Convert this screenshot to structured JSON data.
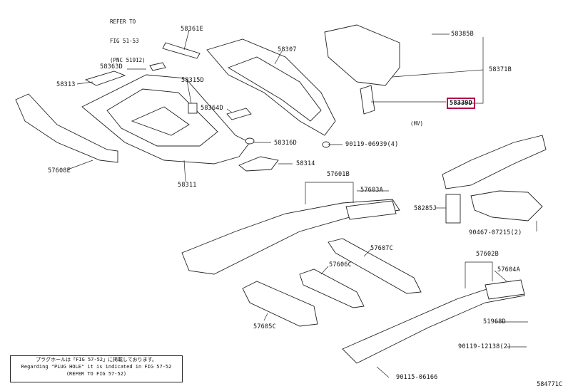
{
  "references": {
    "top": [
      "REFER TO",
      "FIG 51-53",
      "(PNC 51912)"
    ],
    "hybrid_box": "(HV)"
  },
  "labels": {
    "p58361E": "58361E",
    "p58307": "58307",
    "p58385B": "58385B",
    "p58371B": "58371B",
    "p58363D": "58363D",
    "p58315D": "58315D",
    "p58313": "58313",
    "p58339D": "58339D",
    "p58364D": "58364D",
    "p58316D": "58316D",
    "p90119_06939": "90119-06939(4)",
    "p57608E": "57608E",
    "p58314": "58314",
    "p58311": "58311",
    "p57601B": "57601B",
    "p57603A": "57603A",
    "p58285J": "58285J",
    "p90467_07215": "90467-07215(2)",
    "p57607C": "57607C",
    "p57606C": "57606C",
    "p57602B": "57602B",
    "p57604A": "57604A",
    "p57605C": "57605C",
    "p51968D": "51968D",
    "p90119_12138": "90119-12138(2)",
    "p90115_06166": "90115-06166"
  },
  "note": {
    "line1": "プラグホールは「FIG 57-52」に掲載しております。",
    "line2": "Regarding \"PLUG HOLE\" it is indicated in FIG 57-52",
    "line3": "(REFER TO FIG 57-52)"
  },
  "doc_id": "584771C",
  "colors": {
    "highlight": "#b0004a",
    "ink": "#222222"
  }
}
